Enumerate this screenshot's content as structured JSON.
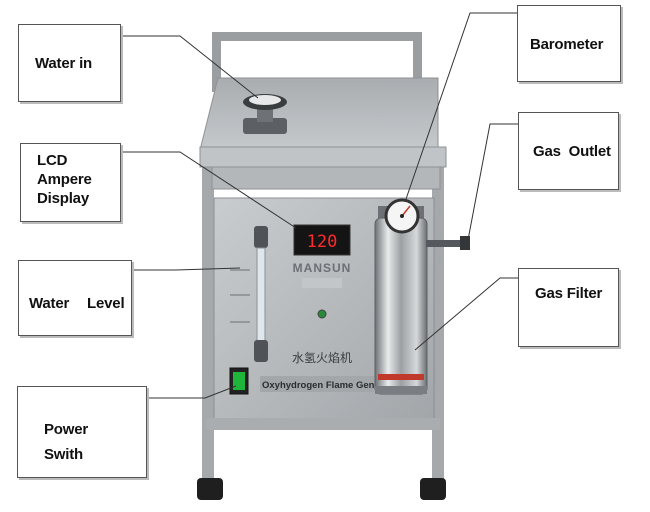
{
  "labels": {
    "water_in": "Water in",
    "lcd_line1": "LCD",
    "lcd_line2": "Ampere",
    "lcd_line3": "Display",
    "water_level": "Water  Level",
    "power_line1": "Power",
    "power_line2": "Swith",
    "barometer": "Barometer",
    "gas_outlet": "Gas  Outlet",
    "gas_filter": "Gas Filter"
  },
  "machine": {
    "display_value": "120",
    "brand": "MANSUN",
    "chinese_name": "水氢火焰机",
    "product_name": "Oxyhydrogen  Flame  Gene"
  },
  "colors": {
    "steel": "#b9bcbf",
    "display_red": "#ff2a2a",
    "switch_green": "#1fb43a"
  }
}
